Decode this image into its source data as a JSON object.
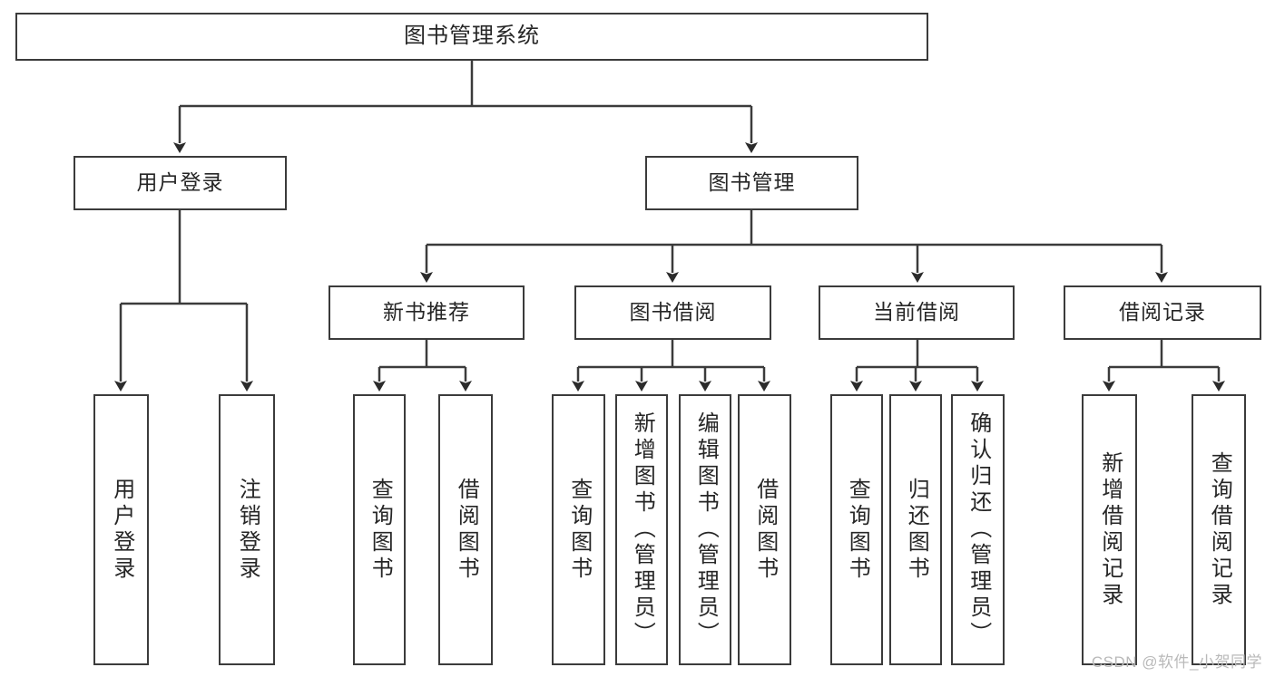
{
  "diagram": {
    "type": "tree-hierarchy",
    "title": "图书管理系统",
    "root": {
      "label": "图书管理系统"
    },
    "level2": [
      {
        "label": "用户登录"
      },
      {
        "label": "图书管理"
      }
    ],
    "level3": [
      {
        "label": "新书推荐"
      },
      {
        "label": "图书借阅"
      },
      {
        "label": "当前借阅"
      },
      {
        "label": "借阅记录"
      }
    ],
    "leaves": {
      "user_login": [
        {
          "label": "用户登录"
        },
        {
          "label": "注销登录"
        }
      ],
      "new_book_recommend": [
        {
          "label": "查询图书"
        },
        {
          "label": "借阅图书"
        }
      ],
      "book_borrow": [
        {
          "label": "查询图书"
        },
        {
          "label": "新增图书（管理员）"
        },
        {
          "label": "编辑图书（管理员）"
        },
        {
          "label": "借阅图书"
        }
      ],
      "current_borrow": [
        {
          "label": "查询图书"
        },
        {
          "label": "归还图书"
        },
        {
          "label": "确认归还（管理员）"
        }
      ],
      "borrow_record": [
        {
          "label": "新增借阅记录"
        },
        {
          "label": "查询借阅记录"
        }
      ]
    },
    "colors": {
      "border": "#3b3b3b",
      "text": "#262626",
      "background": "#ffffff",
      "watermark": "#b9b9b9"
    }
  },
  "watermark": {
    "text": "CSDN @软件_小贺同学"
  }
}
